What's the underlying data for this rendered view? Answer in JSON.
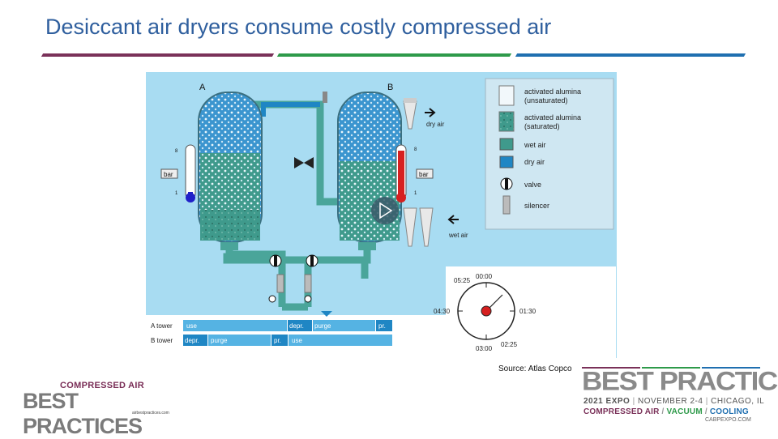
{
  "header": {
    "title": "Desiccant air dryers consume costly compressed air",
    "rule_colors": [
      "#7a3159",
      "#2e9a4a",
      "#1f6fb0"
    ]
  },
  "diagram": {
    "tower_a_label": "A",
    "tower_b_label": "B",
    "gauge_unit": "bar",
    "gauge_max": "8",
    "gauge_min": "1",
    "dry_air_label": "dry air",
    "wet_air_label": "wet air",
    "legend": [
      {
        "line1": "activated alumina",
        "line2": "(unsaturated)",
        "icon": "unsaturated-alumina-icon"
      },
      {
        "line1": "activated alumina",
        "line2": "(saturated)",
        "icon": "saturated-alumina-icon"
      },
      {
        "line1": "wet air",
        "line2": "",
        "icon": "wet-air-swatch"
      },
      {
        "line1": "dry air",
        "line2": "",
        "icon": "dry-air-swatch"
      },
      {
        "line1": "valve",
        "line2": "",
        "icon": "valve-icon"
      },
      {
        "line1": "silencer",
        "line2": "",
        "icon": "silencer-icon"
      }
    ],
    "clock": {
      "t0000": "00:00",
      "t0130": "01:30",
      "t0225": "02:25",
      "t0300": "03:00",
      "t0430": "04:30",
      "t0525": "05:25"
    },
    "timeline": {
      "a_label": "A tower",
      "b_label": "B tower",
      "a_use": "use",
      "a_depr": "depr.",
      "a_purge": "purge",
      "a_pr": "pr.",
      "b_depr": "depr.",
      "b_purge": "purge",
      "b_pr": "pr.",
      "b_use": "use"
    },
    "colors": {
      "background": "#a8dcf2",
      "wet_air": "#3f9a8c",
      "dry_air": "#1f86c4",
      "gauge_red": "#d62020",
      "gauge_blue": "#2020c8"
    }
  },
  "source": "Source: Atlas Copco",
  "logo_left": {
    "top": "COMPRESSED AIR",
    "main": "BEST PRACTICES",
    "url": "airbestpractices.com"
  },
  "logo_right": {
    "main": "BEST PRACTICES",
    "expo": "2021 EXPO",
    "dates": "NOVEMBER 2-4",
    "city": "CHICAGO, IL",
    "cat1": "COMPRESSED AIR",
    "cat2": "VACUUM",
    "cat3": "COOLING",
    "url": "CABPEXPO.COM",
    "colors": [
      "#7a3159",
      "#2e9a4a",
      "#1f6fb0"
    ]
  }
}
